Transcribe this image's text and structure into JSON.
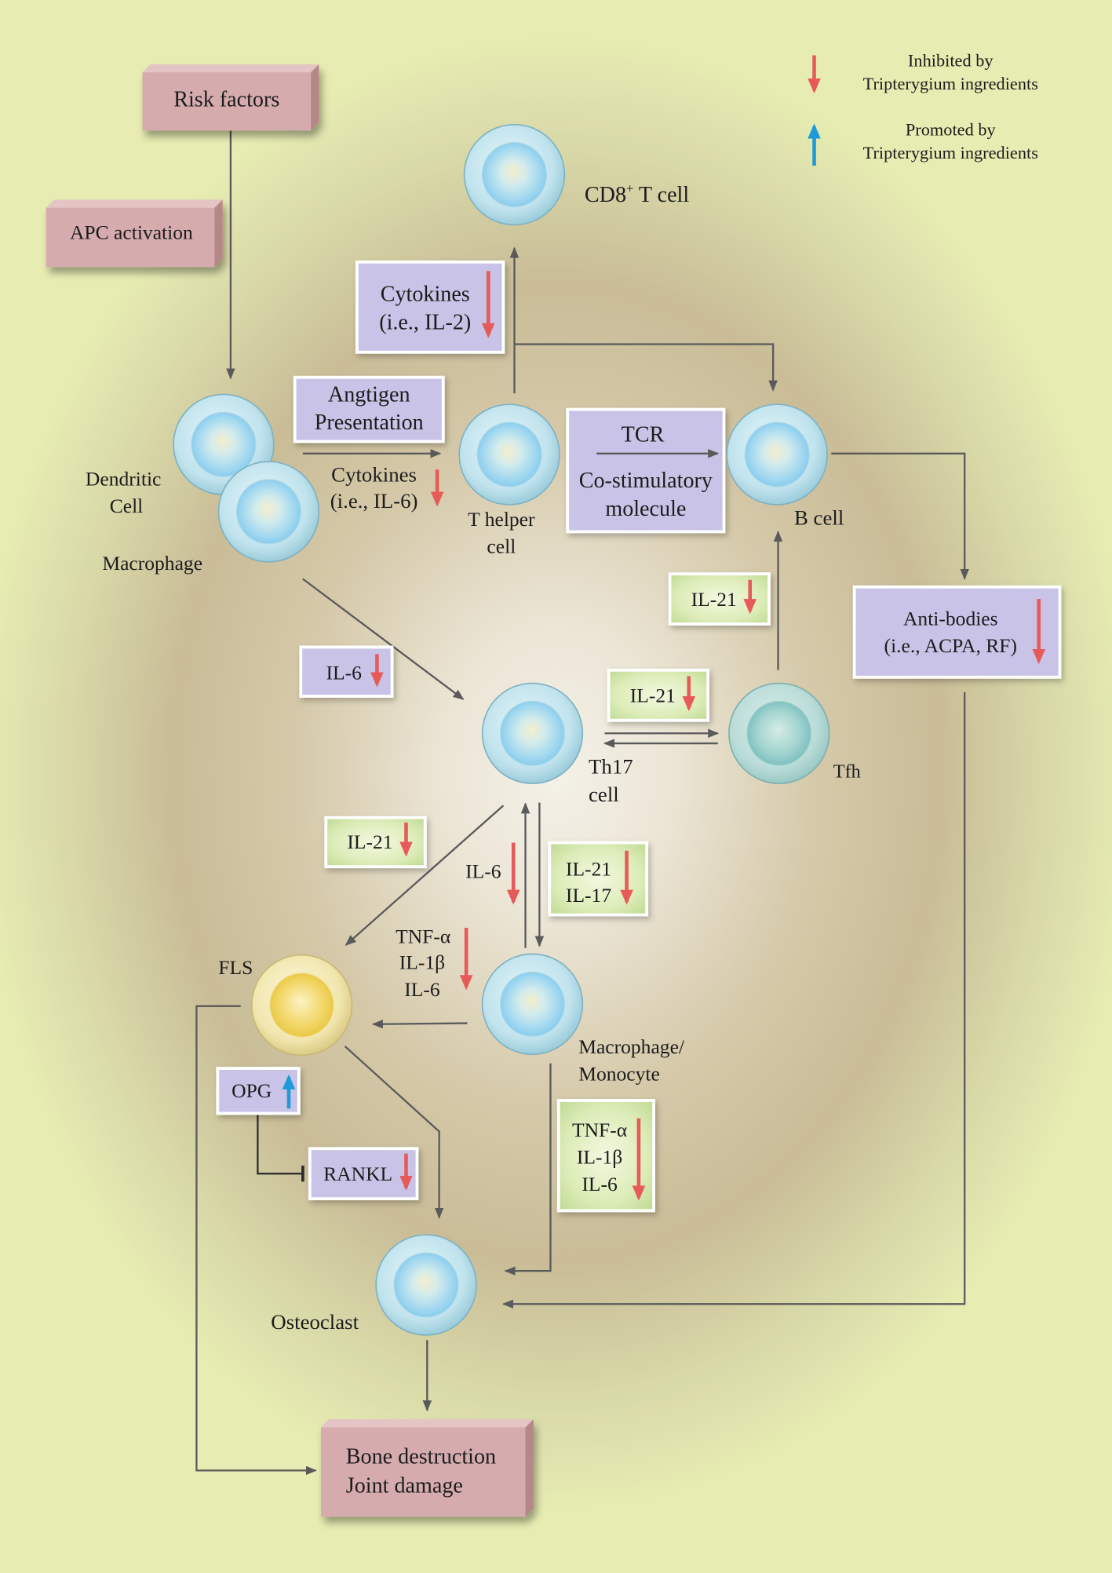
{
  "legend": {
    "inhibited": {
      "line1": "Inhibited by",
      "line2": "Tripterygium ingredients",
      "icon": "red-down-arrow-icon"
    },
    "promoted": {
      "line1": "Promoted by",
      "line2": "Tripterygium ingredients",
      "icon": "blue-up-arrow-icon"
    }
  },
  "colors": {
    "pink_box": "#d5abad",
    "lavender_box": "#c9c3e7",
    "green_box": "#d6eab0",
    "connector": "#5a5a5a",
    "inhibited_arrow": "#e65a5a",
    "promoted_arrow": "#1e9ad8",
    "background_edge": "#e7edb2",
    "background_center": "#f4f1e8"
  },
  "nodes": {
    "risk_factors": "Risk factors",
    "apc_activation": "APC activation",
    "bone_damage": [
      "Bone destruction",
      "Joint damage"
    ]
  },
  "cells": {
    "cd8": {
      "main": "CD8",
      "sup": "+",
      "rest": " T cell"
    },
    "dendritic": [
      "Dendritic",
      "Cell"
    ],
    "macrophage": "Macrophage",
    "t_helper": [
      "T helper",
      "cell"
    ],
    "b_cell": "B cell",
    "th17": [
      "Th17",
      "cell"
    ],
    "tfh": "Tfh",
    "fls": "FLS",
    "macrophage_monocyte": [
      "Macrophage/",
      "Monocyte"
    ],
    "osteoclast": "Osteoclast"
  },
  "mediators": {
    "cytokines_il2": [
      "Cytokines",
      "(i.e., IL-2)"
    ],
    "antigen_presentation": [
      "Angtigen",
      "Presentation"
    ],
    "cytokines_il6": [
      "Cytokines",
      "(i.e., IL-6)"
    ],
    "tcr": [
      "TCR",
      "Co-stimulatory",
      "molecule"
    ],
    "antibodies": [
      "Anti-bodies",
      "(i.e., ACPA, RF)"
    ],
    "il21_b_cell": "IL-21",
    "il6_macrophage": "IL-6",
    "il21_tfh": "IL-21",
    "il21_fls": "IL-21",
    "il6_th17": "IL-6",
    "il21_il17": [
      "IL-21",
      "IL-17"
    ],
    "tnf_fls": [
      "TNF-α",
      "IL-1β",
      "IL-6"
    ],
    "opg": "OPG",
    "rankl": "RANKL",
    "tnf_osteoclast": [
      "TNF-α",
      "IL-1β",
      "IL-6"
    ]
  }
}
